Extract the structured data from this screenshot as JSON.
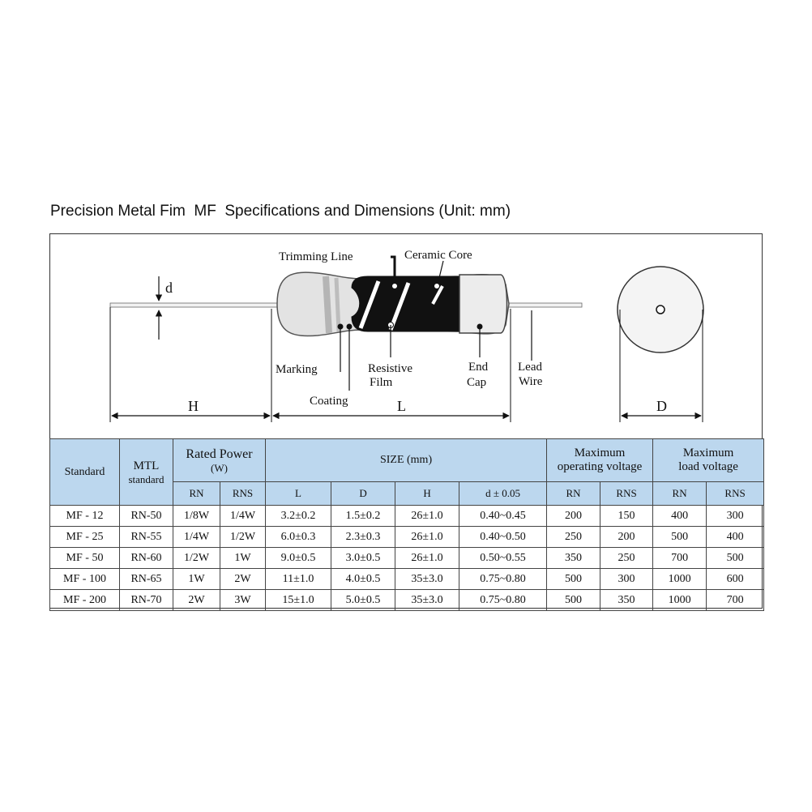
{
  "title": "Precision Metal Fim  MF  Specifications and Dimensions (Unit: mm)",
  "diagram": {
    "labels": {
      "d": "d",
      "trimming_line": "Trimming Line",
      "ceramic_core": "Ceramic Core",
      "marking": "Marking",
      "coating": "Coating",
      "resistive": "Resistive",
      "film": "Film",
      "end": "End",
      "cap": "Cap",
      "lead": "Lead",
      "wire": "Wire",
      "H": "H",
      "L": "L",
      "D": "D"
    }
  },
  "table": {
    "headers": {
      "standard": "Standard",
      "mtl_line1": "MTL",
      "mtl_line2": "standard",
      "rated_power_line1": "Rated Power",
      "rated_power_line2": "(W)",
      "size": "SIZE  (mm)",
      "max_op_line1": "Maximum",
      "max_op_line2": "operating voltage",
      "max_load_line1": "Maximum",
      "max_load_line2": "load voltage"
    },
    "subheaders": [
      "RN",
      "RNS",
      "L",
      "D",
      "H",
      "d ± 0.05",
      "RN",
      "RNS",
      "RN",
      "RNS"
    ],
    "rows": [
      [
        "MF - 12",
        "RN-50",
        "1/8W",
        "1/4W",
        "3.2±0.2",
        "1.5±0.2",
        "26±1.0",
        "0.40~0.45",
        "200",
        "150",
        "400",
        "300"
      ],
      [
        "MF - 25",
        "RN-55",
        "1/4W",
        "1/2W",
        "6.0±0.3",
        "2.3±0.3",
        "26±1.0",
        "0.40~0.50",
        "250",
        "200",
        "500",
        "400"
      ],
      [
        "MF - 50",
        "RN-60",
        "1/2W",
        "1W",
        "9.0±0.5",
        "3.0±0.5",
        "26±1.0",
        "0.50~0.55",
        "350",
        "250",
        "700",
        "500"
      ],
      [
        "MF - 100",
        "RN-65",
        "1W",
        "2W",
        "11±1.0",
        "4.0±0.5",
        "35±3.0",
        "0.75~0.80",
        "500",
        "300",
        "1000",
        "600"
      ],
      [
        "MF - 200",
        "RN-70",
        "2W",
        "3W",
        "15±1.0",
        "5.0±0.5",
        "35±3.0",
        "0.75~0.80",
        "500",
        "350",
        "1000",
        "700"
      ]
    ]
  },
  "colors": {
    "header_bg": "#bcd7ee",
    "body_fill": "#e6e6e6",
    "core_fill": "#111111"
  }
}
